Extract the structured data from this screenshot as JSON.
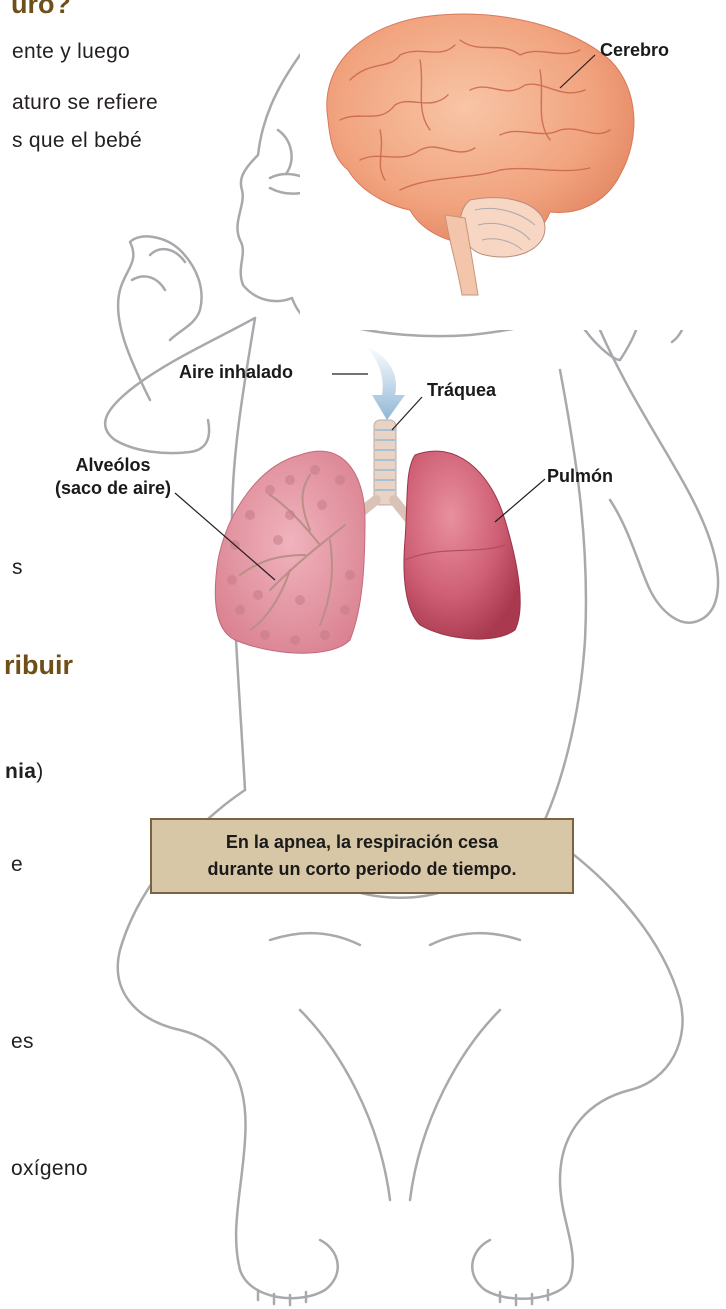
{
  "page": {
    "heading_top": "uro?",
    "heading_mid": "ribuir",
    "body_lines": [
      "ente y luego",
      "aturo se refiere",
      "s que el bebé",
      "s",
      "e",
      "es",
      "oxígeno"
    ],
    "body_nia": "nia",
    "body_nia_paren": ")"
  },
  "figure": {
    "labels": {
      "brain": "Cerebro",
      "inhaled_air": "Aire inhalado",
      "trachea": "Tráquea",
      "alveoli_line1": "Alveólos",
      "alveoli_line2": "(saco de aire)",
      "lung": "Pulmón"
    },
    "callout": {
      "line1": "En la apnea, la respiración cesa",
      "line2": "durante un corto periodo de tiempo."
    }
  },
  "colors": {
    "heading": "#6e4f17",
    "outline": "#a7a9ac",
    "brain": "#f1a37e",
    "lung_left": "#e39aa7",
    "lung_right": "#cf5f74",
    "callout_bg": "#d8c7a7",
    "callout_border": "#7a6342"
  }
}
